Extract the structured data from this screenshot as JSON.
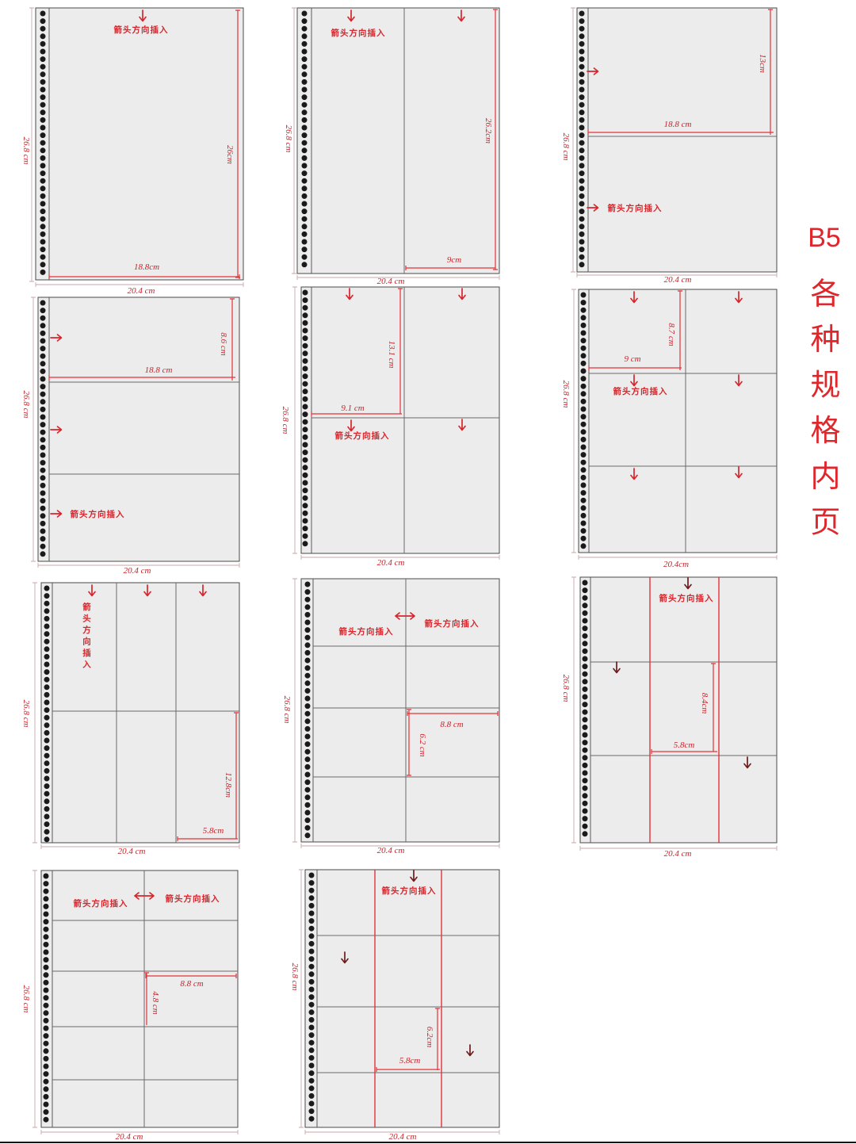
{
  "title": {
    "code": "B5",
    "text": "各种规格内页"
  },
  "instruction": "箭头方向插入",
  "panels": [
    {
      "height": "26.8 cm",
      "width": "20.4 cm",
      "dim_a": "26cm",
      "dim_b": "18.8cm"
    },
    {
      "height": "26.8 cm",
      "width": "20.4 cm",
      "dim_a": "26.2cm",
      "dim_b": "9cm"
    },
    {
      "height": "26.8 cm",
      "width": "20.4 cm",
      "dim_a": "13cm",
      "dim_b": "18.8 cm"
    },
    {
      "height": "26.8 cm",
      "width": "20.4 cm",
      "dim_a": "8.6 cm",
      "dim_b": "18.8 cm"
    },
    {
      "height": "26.8 cm",
      "width": "20.4 cm",
      "dim_a": "13.1 cm",
      "dim_b": "9.1 cm"
    },
    {
      "height": "26.8 cm",
      "width": "20.4cm",
      "dim_a": "8.7 cm",
      "dim_b": "9 cm"
    },
    {
      "height": "26.8 cm",
      "width": "20.4 cm",
      "dim_a": "12.8cm",
      "dim_b": "5.8cm"
    },
    {
      "height": "26.8 cm",
      "width": "20.4 cm",
      "dim_a": "6.2 cm",
      "dim_b": "8.8 cm"
    },
    {
      "height": "26.8 cm",
      "width": "20.4 cm",
      "dim_a": "8.4cm",
      "dim_b": "5.8cm"
    },
    {
      "height": "26.8 cm",
      "width": "20.4 cm",
      "dim_a": "4.8 cm",
      "dim_b": "8.8 cm"
    },
    {
      "height": "26.8 cm",
      "width": "20.4 cm",
      "dim_a": "6.2cm",
      "dim_b": "5.8cm"
    }
  ],
  "colors": {
    "accent": "#e0252b",
    "dim": "#c8242c",
    "page": "#ececec",
    "dark_arrow": "#6e1c1c"
  }
}
